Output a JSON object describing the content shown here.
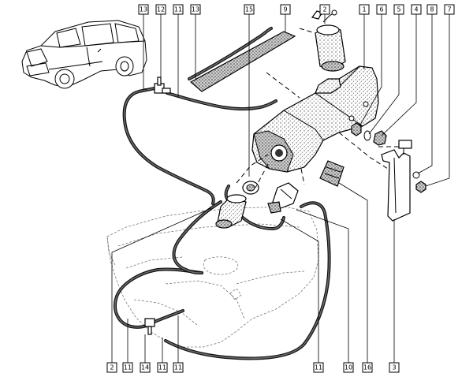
{
  "callouts": {
    "top": [
      {
        "id": "t13a",
        "label": "13"
      },
      {
        "id": "t12",
        "label": "12"
      },
      {
        "id": "t11",
        "label": "11"
      },
      {
        "id": "t13b",
        "label": "13"
      },
      {
        "id": "t15",
        "label": "15"
      },
      {
        "id": "t9",
        "label": "9"
      },
      {
        "id": "t2",
        "label": "2"
      },
      {
        "id": "t1",
        "label": "1"
      },
      {
        "id": "t6",
        "label": "6"
      },
      {
        "id": "t5",
        "label": "5"
      },
      {
        "id": "t4",
        "label": "4"
      },
      {
        "id": "t8",
        "label": "8"
      },
      {
        "id": "t7",
        "label": "7"
      }
    ],
    "bottom": [
      {
        "id": "b2",
        "label": "2"
      },
      {
        "id": "b11a",
        "label": "11"
      },
      {
        "id": "b14",
        "label": "14"
      },
      {
        "id": "b11b",
        "label": "11"
      },
      {
        "id": "b11c",
        "label": "11"
      },
      {
        "id": "b11d",
        "label": "11"
      },
      {
        "id": "b10",
        "label": "10"
      },
      {
        "id": "b16",
        "label": "16"
      },
      {
        "id": "b3",
        "label": "3"
      }
    ]
  },
  "colors": {
    "line": "#000000",
    "stipple": "#9a9a9a",
    "background": "#ffffff"
  }
}
